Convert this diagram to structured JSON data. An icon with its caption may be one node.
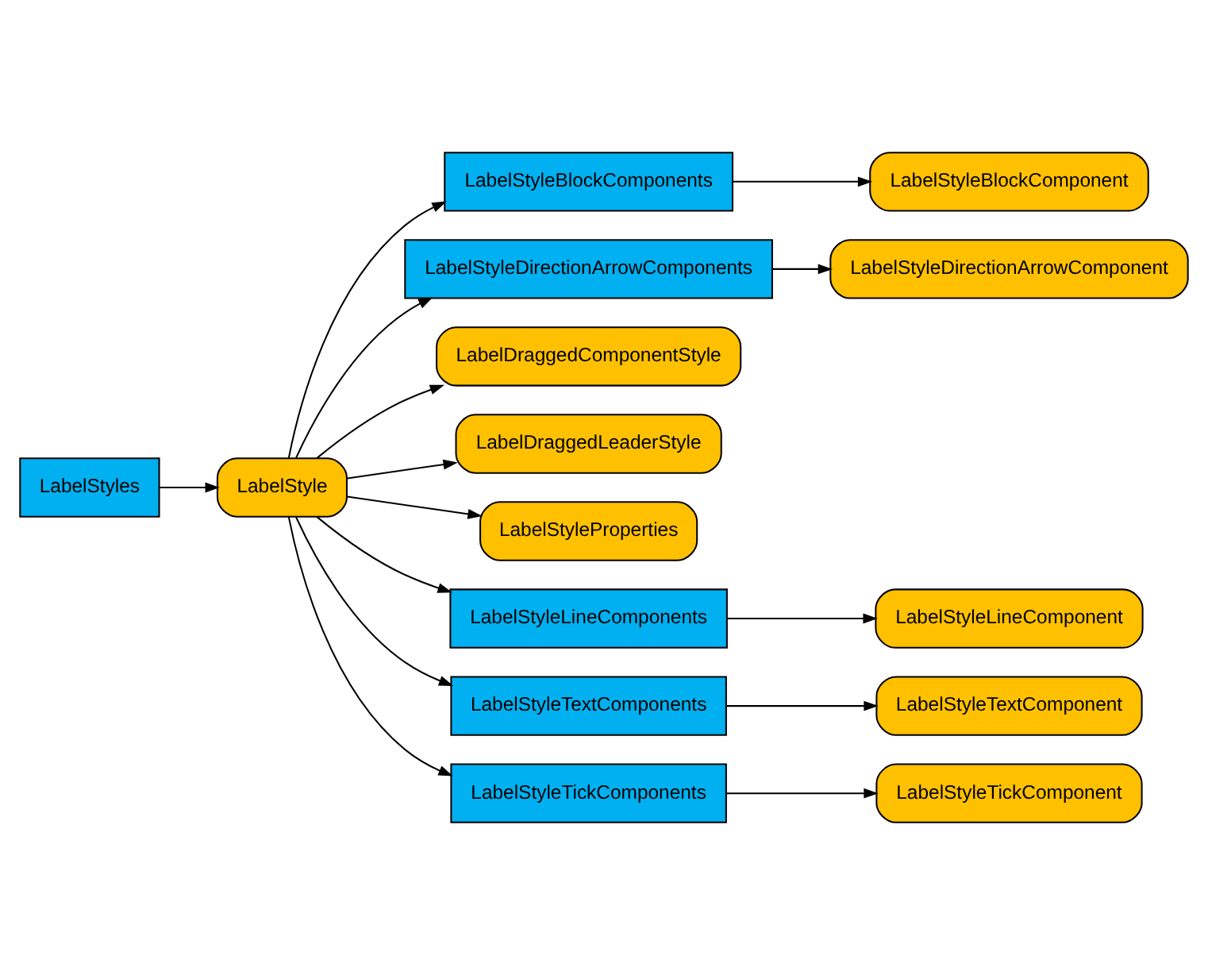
{
  "diagram": {
    "nodes": [
      {
        "text": [
          "LabelStyles"
        ]
      },
      {
        "text": [
          "LabelStyle"
        ]
      },
      {
        "text": [
          "LabelStyleBlockComponents"
        ]
      },
      {
        "text": [
          "LabelStyleBlockComponent"
        ]
      },
      {
        "text": [
          "LabelStyleDirectionArrowComponents"
        ]
      },
      {
        "text": [
          "LabelStyleDirectionArrowComponent"
        ]
      },
      {
        "text": [
          "LabelDraggedComponentStyle"
        ]
      },
      {
        "text": [
          "LabelDraggedLeaderStyle"
        ]
      },
      {
        "text": [
          "LabelStyleProperties"
        ]
      },
      {
        "text": [
          "LabelStyleLineComponents"
        ]
      },
      {
        "text": [
          "LabelStyleLineComponent"
        ]
      },
      {
        "text": [
          "LabelStyleTextComponents"
        ]
      },
      {
        "text": [
          "LabelStyleTextComponent"
        ]
      },
      {
        "text": [
          "LabelStyleTickComponents"
        ]
      },
      {
        "text": [
          "LabelStyleTickComponent"
        ]
      }
    ],
    "edges": [
      {
        "from": 0,
        "to": 1,
        "arrow": "to"
      },
      {
        "from": 1,
        "to": 2,
        "arrow": "to"
      },
      {
        "from": 2,
        "to": 3,
        "arrow": "to"
      },
      {
        "from": 1,
        "to": 4,
        "arrow": "to"
      },
      {
        "from": 4,
        "to": 5,
        "arrow": "to"
      },
      {
        "from": 1,
        "to": 6,
        "arrow": "to"
      },
      {
        "from": 1,
        "to": 7,
        "arrow": "to"
      },
      {
        "from": 1,
        "to": 8,
        "arrow": "to"
      },
      {
        "from": 1,
        "to": 9,
        "arrow": "to"
      },
      {
        "from": 9,
        "to": 10,
        "arrow": "to"
      },
      {
        "from": 1,
        "to": 11,
        "arrow": "to"
      },
      {
        "from": 11,
        "to": 12,
        "arrow": "to"
      },
      {
        "from": 1,
        "to": 13,
        "arrow": "to"
      },
      {
        "from": 13,
        "to": 14,
        "arrow": "to"
      }
    ]
  }
}
